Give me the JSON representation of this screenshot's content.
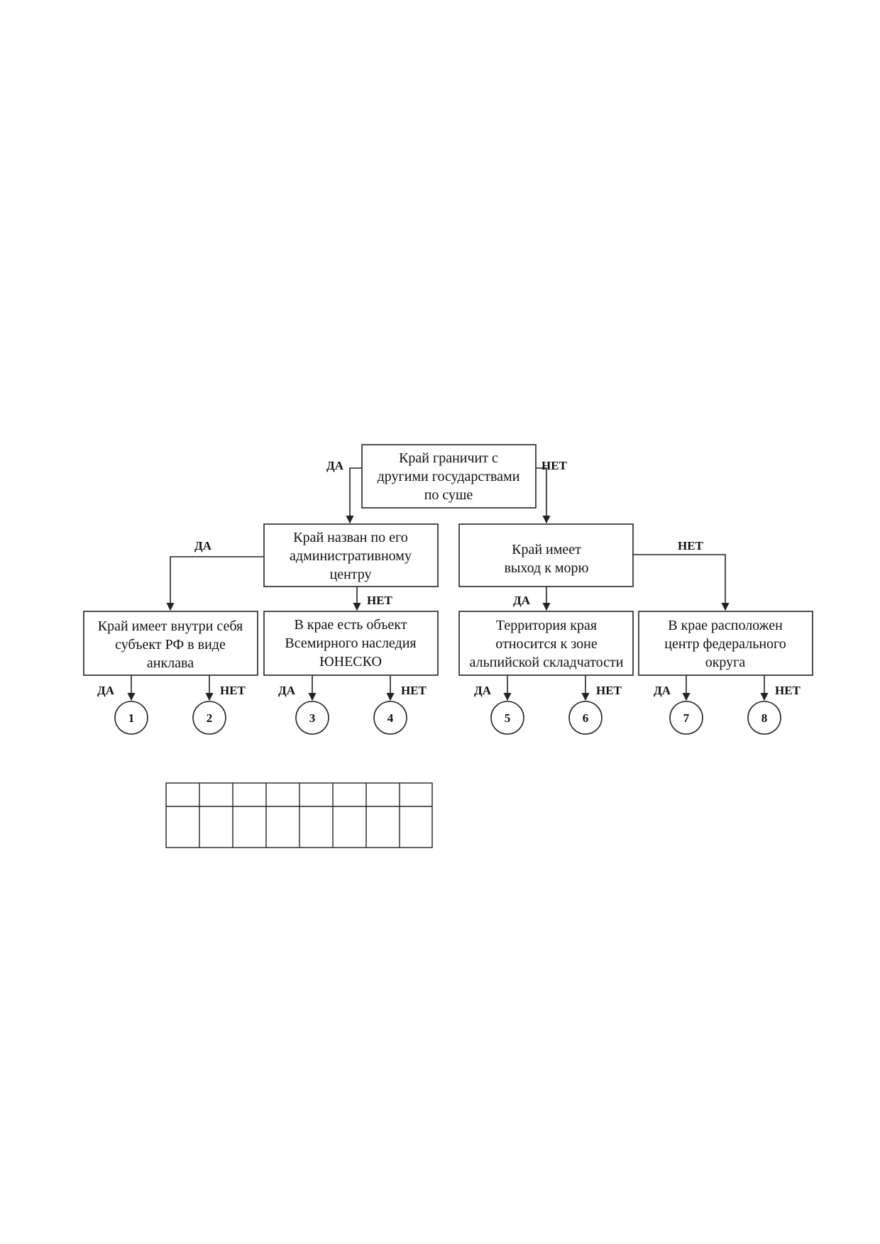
{
  "diagram": {
    "nodes": {
      "root": [
        "Край граничит с",
        "другими государствами",
        "по суше"
      ],
      "q_left": [
        "Край назван по его",
        "административному",
        "центру"
      ],
      "q_right": [
        "Край имеет",
        "выход к морю"
      ],
      "q_ll": [
        "Край имеет внутри себя",
        "субъект РФ в виде",
        "анклава"
      ],
      "q_lr": [
        "В крае есть объект",
        "Всемирного наследия",
        "ЮНЕСКО"
      ],
      "q_rl": [
        "Территория края",
        "относится к зоне",
        "альпийской складчатости"
      ],
      "q_rr": [
        "В крае расположен",
        "центр федерального",
        "округа"
      ]
    },
    "yes_label": "ДА",
    "no_label": "НЕТ",
    "outcomes": [
      "1",
      "2",
      "3",
      "4",
      "5",
      "6",
      "7",
      "8"
    ]
  },
  "answer_table": {
    "columns": 8,
    "rows": 2,
    "cells": [
      [
        "",
        "",
        "",
        "",
        "",
        "",
        "",
        ""
      ],
      [
        "",
        "",
        "",
        "",
        "",
        "",
        "",
        ""
      ]
    ]
  }
}
